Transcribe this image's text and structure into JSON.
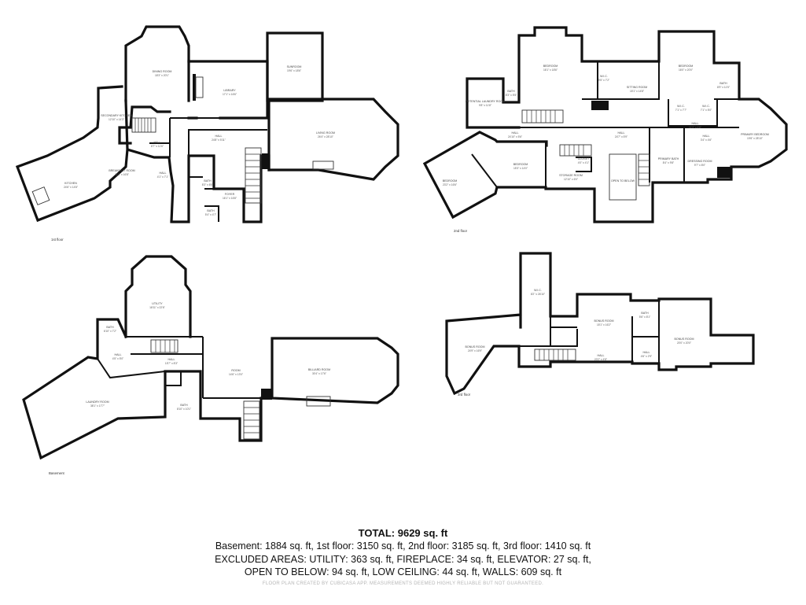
{
  "floors": [
    {
      "label": "1st floor",
      "rooms": [
        {
          "name": "DINING ROOM",
          "dims": "18'3\" x 20'1\""
        },
        {
          "name": "LIBRARY",
          "dims": "17'1\" x 16'6\""
        },
        {
          "name": "SUNROOM",
          "dims": "19'6\" x 18'6\""
        },
        {
          "name": "SECONDARY KITCHEN",
          "dims": "12'10\" x 14'3\""
        },
        {
          "name": "HALL",
          "dims": "8'7\" x 11'6\""
        },
        {
          "name": "HALL",
          "dims": "24'8\" x 5'11\""
        },
        {
          "name": "LIVING ROOM",
          "dims": "26'4\" x 28'10\""
        },
        {
          "name": "KITCHEN",
          "dims": "24'6\" x 14'8\""
        },
        {
          "name": "BREAKFAST ROOM",
          "dims": "11'8\" x 16'8\""
        },
        {
          "name": "HALL",
          "dims": "4'1\" x 7'1\""
        },
        {
          "name": "BATH",
          "dims": "8'3\" x 6'0\""
        },
        {
          "name": "FOYER",
          "dims": "16'1\" x 16'8\""
        },
        {
          "name": "BATH",
          "dims": "5'4\" x 4'7\""
        }
      ]
    },
    {
      "label": "2nd floor",
      "rooms": [
        {
          "name": "BEDROOM",
          "dims": "16'1\" x 18'6\""
        },
        {
          "name": "W.I.C.",
          "dims": "9'5\" x 7'2\""
        },
        {
          "name": "SITTING ROOM",
          "dims": "15'1\" x 14'8\""
        },
        {
          "name": "BEDROOM",
          "dims": "16'0\" x 20'0\""
        },
        {
          "name": "BATH",
          "dims": "8'9\" x 11'5\""
        },
        {
          "name": "POTENTIAL LAUNDRY ROOM",
          "dims": "9'8\" x 11'8\""
        },
        {
          "name": "BATH",
          "dims": "8'3\" x 5'5\""
        },
        {
          "name": "W.I.C.",
          "dims": "7'1\" x 7'7\""
        },
        {
          "name": "W.I.C.",
          "dims": "7'1\" x 5'0\""
        },
        {
          "name": "HALL",
          "dims": "24'10\" x 5'6\""
        },
        {
          "name": "HALL",
          "dims": "24'7\" x 5'9\""
        },
        {
          "name": "HALL",
          "dims": "11'3\" x 4'8\""
        },
        {
          "name": "PRIMARY BEDROOM",
          "dims": "19'6\" x 28'10\""
        },
        {
          "name": "HALL",
          "dims": "3'4\" x 4'6\""
        },
        {
          "name": "BEDROOM",
          "dims": "23'2\" x 16'6\""
        },
        {
          "name": "BEDROOM",
          "dims": "15'3\" x 14'0\""
        },
        {
          "name": "CLOSET",
          "dims": "4'0\" x 4'1\""
        },
        {
          "name": "STORAGE ROOM",
          "dims": "12'10\" x 6'0\""
        },
        {
          "name": "PRIMARY BATH",
          "dims": "8'4\" x 9'8\""
        },
        {
          "name": "DRESSING ROOM",
          "dims": "9'7\" x 8'0\""
        },
        {
          "name": "OPEN TO BELOW",
          "dims": ""
        }
      ]
    },
    {
      "label": "Basement",
      "rooms": [
        {
          "name": "UTILITY",
          "dims": "18'11\" x 22'6\""
        },
        {
          "name": "BATH",
          "dims": "6'10\" x 7'2\""
        },
        {
          "name": "HALL",
          "dims": "4'5\" x 5'0\""
        },
        {
          "name": "HALL",
          "dims": "15'7\" x 8'3\""
        },
        {
          "name": "ROOM",
          "dims": "14'6\" x 13'0\""
        },
        {
          "name": "BILLIARD ROOM",
          "dims": "30'4\" x 17'6\""
        },
        {
          "name": "LAUNDRY ROOM",
          "dims": "38'1\" x 17'7\""
        },
        {
          "name": "BATH",
          "dims": "8'10\" x 10'1\""
        }
      ]
    },
    {
      "label": "3rd floor",
      "rooms": [
        {
          "name": "W.I.C.",
          "dims": "8'2\" x 26'10\""
        },
        {
          "name": "BONUS ROOM",
          "dims": "15'1\" x 16'2\""
        },
        {
          "name": "BATH",
          "dims": "5'6\" x 8'1\""
        },
        {
          "name": "BONUS ROOM",
          "dims": "24'9\" x 16'9\""
        },
        {
          "name": "BONUS ROOM",
          "dims": "20'0\" x 20'0\""
        },
        {
          "name": "HALL",
          "dims": "20'2\" x 4'8\""
        },
        {
          "name": "HALL",
          "dims": "4'6\" x 2'9\""
        }
      ]
    }
  ],
  "summary": {
    "total": "TOTAL: 9629 sq. ft",
    "line1": "Basement: 1884 sq. ft, 1st floor: 3150 sq. ft, 2nd floor: 3185 sq. ft, 3rd floor: 1410 sq. ft",
    "line2": "EXCLUDED AREAS: UTILITY: 363 sq. ft, FIREPLACE: 34 sq. ft, ELEVATOR: 27 sq. ft,",
    "line3": "OPEN TO BELOW: 94 sq. ft, LOW CEILING: 44 sq. ft, WALLS: 609 sq. ft",
    "footer": "FLOOR PLAN CREATED BY CUBICASA APP. MEASUREMENTS DEEMED HIGHLY RELIABLE BUT NOT GUARANTEED."
  }
}
